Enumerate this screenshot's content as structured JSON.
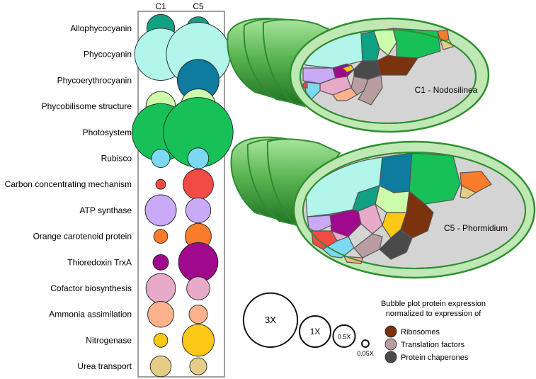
{
  "columns": [
    "C1",
    "C5"
  ],
  "rows": [
    {
      "label": "Allophycocyanin",
      "color": "#12a083",
      "c1": 0.8,
      "c5": 0.55
    },
    {
      "label": "Phycocyanin",
      "color": "#b2f5ea",
      "c1": 2.8,
      "c5": 4.2
    },
    {
      "label": "Phycoerythrocyanin",
      "color": "#0e7b9f",
      "c1": 0,
      "c5": 1.8
    },
    {
      "label": "Phycobilisome structure",
      "color": "#cdfcab",
      "c1": 0.9,
      "c5": 1.25
    },
    {
      "label": "Photosystem",
      "color": "#17c157",
      "c1": 3.4,
      "c5": 5.0
    },
    {
      "label": "Rubisco",
      "color": "#7dd9f3",
      "c1": 0.35,
      "c5": 0.45
    },
    {
      "label": "Carbon concentrating mechanism",
      "color": "#f24b45",
      "c1": 0.1,
      "c5": 0.95
    },
    {
      "label": "ATP synthase",
      "color": "#c8aaf6",
      "c1": 1.0,
      "c5": 0.65
    },
    {
      "label": "Orange carotenoid protein",
      "color": "#fb7c2a",
      "c1": 0.2,
      "c5": 0.7
    },
    {
      "label": "Thioredoxin TrxA",
      "color": "#a0098c",
      "c1": 0.25,
      "c5": 1.6
    },
    {
      "label": "Cofactor biosynthesis",
      "color": "#e7aac7",
      "c1": 0.9,
      "c5": 0.55
    },
    {
      "label": "Ammonia assimilation",
      "color": "#fdb28c",
      "c1": 0.7,
      "c5": 0.35
    },
    {
      "label": "Nitrogenase",
      "color": "#fbc816",
      "c1": 0.2,
      "c5": 1.05
    },
    {
      "label": "Urea transport",
      "color": "#e6cd87",
      "c1": 0.45,
      "c5": 0.3
    }
  ],
  "scale": {
    "items": [
      {
        "label": "3X",
        "value": 3
      },
      {
        "label": "1X",
        "value": 1
      },
      {
        "label": "0.5X",
        "value": 0.5
      },
      {
        "label": "0.05X",
        "value": 0.05
      }
    ]
  },
  "legend": {
    "title_line1": "Bubble plot protein expression",
    "title_line2": "normalized to expression of",
    "items": [
      {
        "label": "Ribosomes",
        "color": "#7a330c"
      },
      {
        "label": "Translation factors",
        "color": "#b89da1"
      },
      {
        "label": "Protein chaperones",
        "color": "#4a4a4a"
      }
    ]
  },
  "cells": [
    {
      "label": "C1 - Nodosilinea"
    },
    {
      "label": "C5 - Phormidium"
    }
  ],
  "colors": {
    "cell_outline": "#2f8f2f",
    "cell_sheath": "#bfe8b4",
    "cell_interior": "#d4d4d4",
    "tail_dark": "#2e8c31",
    "tail_light": "#9ddc8c"
  }
}
